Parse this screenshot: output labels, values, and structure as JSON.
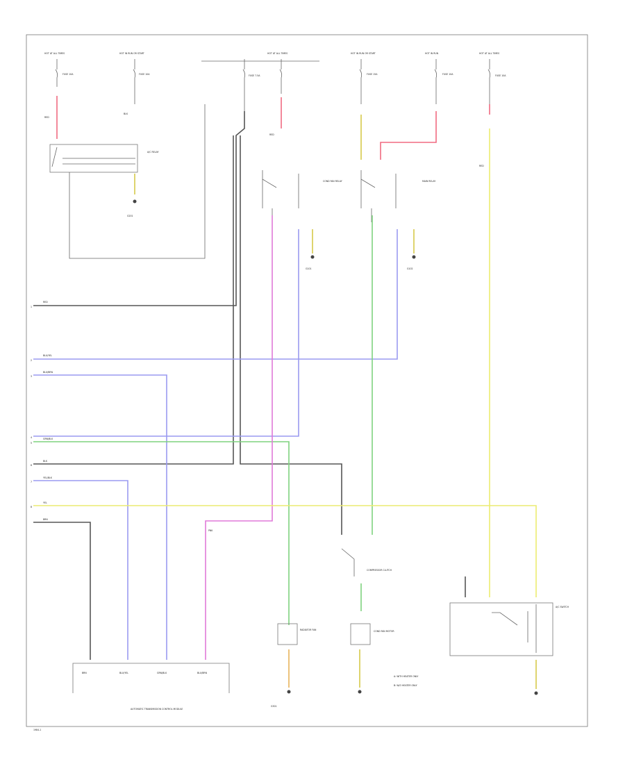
{
  "diagram": {
    "footer_text": "1984-1",
    "fuse_labels": [
      "HOT AT ALL TIMES",
      "HOT IN RUN OR START",
      "HOT AT ALL TIMES",
      "HOT IN RUN OR START",
      "HOT IN RUN",
      "HOT AT ALL TIMES"
    ],
    "fuse_values": [
      "FUSE 10A",
      "FUSE 10A",
      "FUSE 7.5A",
      "FUSE 15A",
      "FUSE 10A",
      "FUSE 10A"
    ],
    "wire_labels": [
      "RED",
      "BLK",
      "RED",
      "BLK",
      "RED",
      "RED",
      "YEL",
      "YEL/BLK",
      "GRN/BLK",
      "BLU/YEL",
      "BRN",
      "BLU/BRN",
      "PNK"
    ],
    "relay_labels": [
      "A/C RELAY",
      "COND FAN RELAY",
      "MAIN RELAY"
    ],
    "ground_labels": [
      "G201",
      "G101",
      "G102",
      "G301"
    ],
    "bus_labels": [
      "1",
      "2",
      "3",
      "4",
      "5",
      "6",
      "7",
      "8"
    ],
    "module_title": "AUTOMATIC TRANSMISSION CONTROL MODULE",
    "module_pins": [
      "BRN",
      "BLU/YEL",
      "GRN/BLK",
      "BLU/BRN"
    ],
    "legend": [
      "A: WITH HEATER ONLY",
      "B: W/O HEATER ONLY"
    ],
    "component_labels": [
      "RADIATOR FAN",
      "COND FAN MOTOR",
      "COMPRESSOR CLUTCH",
      "A/C SWITCH"
    ]
  }
}
